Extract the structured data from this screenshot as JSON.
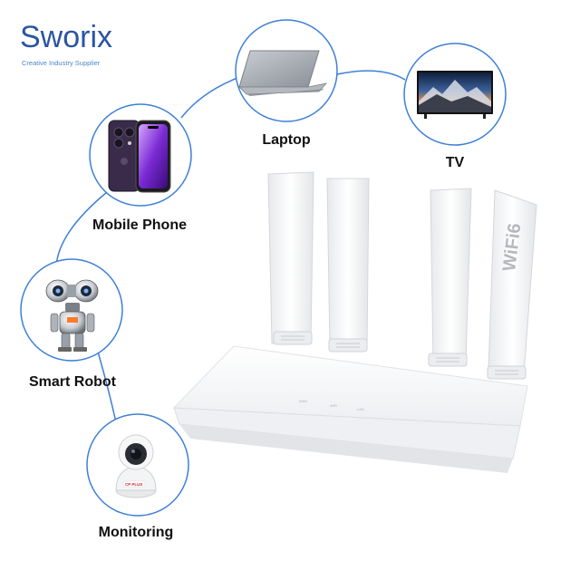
{
  "brand": {
    "name": "Sworix",
    "tagline": "Creative Industry Supplier",
    "color": "#2b55a3"
  },
  "devices": {
    "laptop": "Laptop",
    "tv": "TV",
    "mobile": "Mobile Phone",
    "robot": "Smart Robot",
    "monitoring": "Monitoring"
  },
  "router": {
    "antenna_text": "WiFi6",
    "led_labels": [
      "WAN",
      "WiFi",
      "LAN"
    ],
    "camera_brand": "CP PLUS"
  },
  "colors": {
    "connector": "#3d7fd6",
    "circle_border": "#3d7fd6",
    "router_body": "#f4f5f7"
  }
}
